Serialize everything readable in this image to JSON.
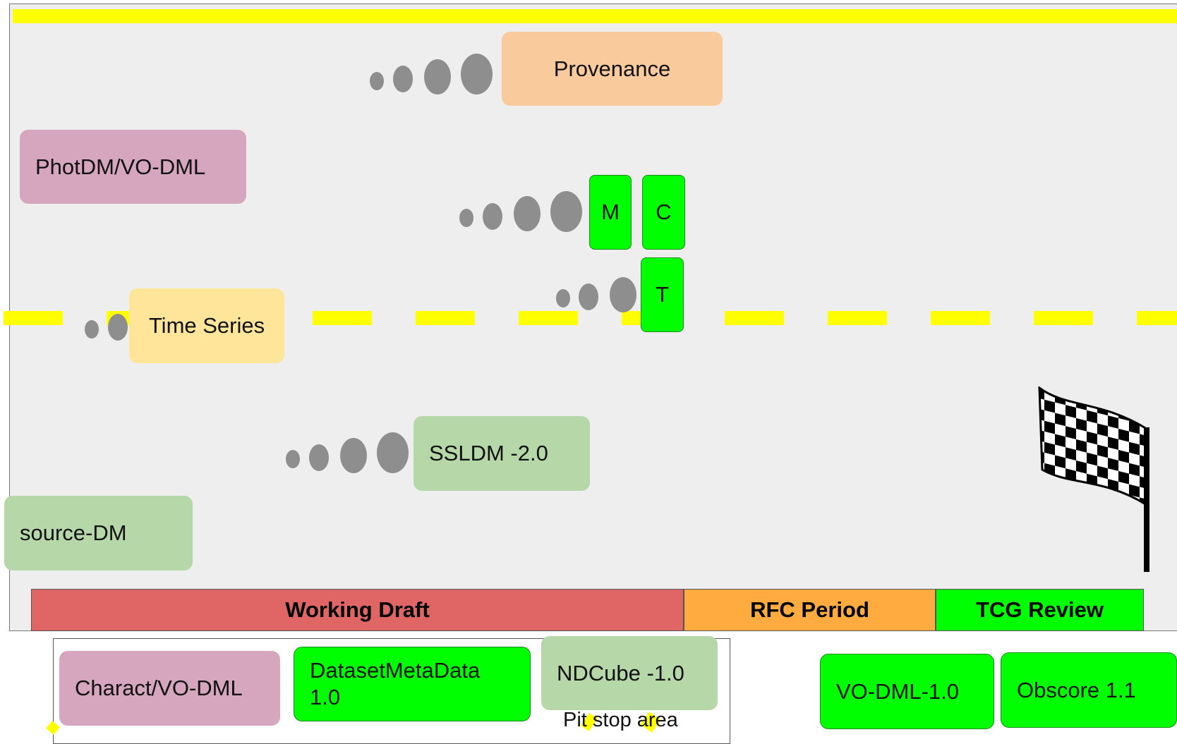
{
  "models": {
    "provenance": "Provenance",
    "photdm": "PhotDM/VO-DML",
    "meas": "M",
    "coords": "C",
    "transform": "T",
    "timeseries": "Time Series",
    "ssldm": "SSLDM -2.0",
    "sourcedm": "source-DM"
  },
  "phases": {
    "working_draft": "Working Draft",
    "rfc": "RFC Period",
    "tcg": "TCG Review"
  },
  "pit_stop": {
    "label": "Pit stop area",
    "charact": "Charact/VO-DML",
    "datasetmeta": "DatasetMetaData 1.0",
    "ndcube": "NDCube -1.0"
  },
  "finished": {
    "vodml": "VO-DML-1.0",
    "obscore": "Obscore 1.1"
  },
  "colors": {
    "background": "#eeeeee",
    "lane_line": "#ffff00",
    "working_draft": "#e06666",
    "rfc": "#ffab40",
    "tcg": "#00ff00",
    "orange_box": "#f9cb9c",
    "pink_box": "#d5a6bd",
    "yellow_box": "#ffe599",
    "lightgreen_box": "#b6d7a8",
    "green_box": "#00ff00",
    "dots": "#8e8e8e"
  },
  "icons": [
    "checkered-flag-icon"
  ]
}
